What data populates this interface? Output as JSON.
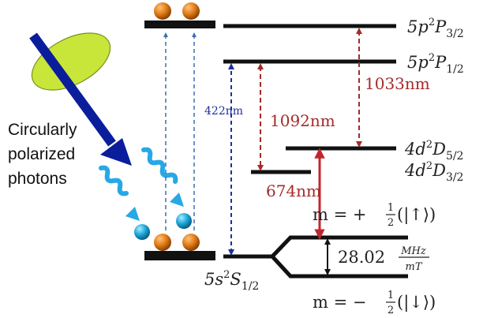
{
  "photon_caption": [
    "Circularly",
    "polarized",
    "photons"
  ],
  "levels": {
    "p32": {
      "base": "5p",
      "sup": "2",
      "term": "P",
      "sub": "3/2"
    },
    "p12": {
      "base": "5p",
      "sup": "2",
      "term": "P",
      "sub": "1/2"
    },
    "d52": {
      "base": "4d",
      "sup": "2",
      "term": "D",
      "sub": "5/2"
    },
    "d32": {
      "base": "4d",
      "sup": "2",
      "term": "D",
      "sub": "3/2"
    },
    "s12": {
      "base": "5s",
      "sup": "2",
      "term": "S",
      "sub": "1/2"
    }
  },
  "transitions": {
    "t1033": "1033nm",
    "t1092": "1092nm",
    "t674": "674nm",
    "t422": "422nm"
  },
  "zeeman": {
    "up": {
      "prefix": "m = +",
      "num": "1",
      "den": "2",
      "ket": "(|↑⟩)"
    },
    "down": {
      "prefix": "m = −",
      "num": "1",
      "den": "2",
      "ket": "(|↓⟩)"
    },
    "splitting": {
      "value": "28.02",
      "num": "MHz",
      "den": "mT"
    }
  },
  "colors": {
    "red_transition": "#a52a2a",
    "blue_transition": "#1f2f9c",
    "dash_blue": "#3a6fb0",
    "photon_arrow": "#0a1e9c",
    "polarizer": "#c8e63a",
    "photon_wave": "#27a8e6",
    "atom_orange": "#e07b16",
    "atom_blue": "#1aa6d9"
  }
}
